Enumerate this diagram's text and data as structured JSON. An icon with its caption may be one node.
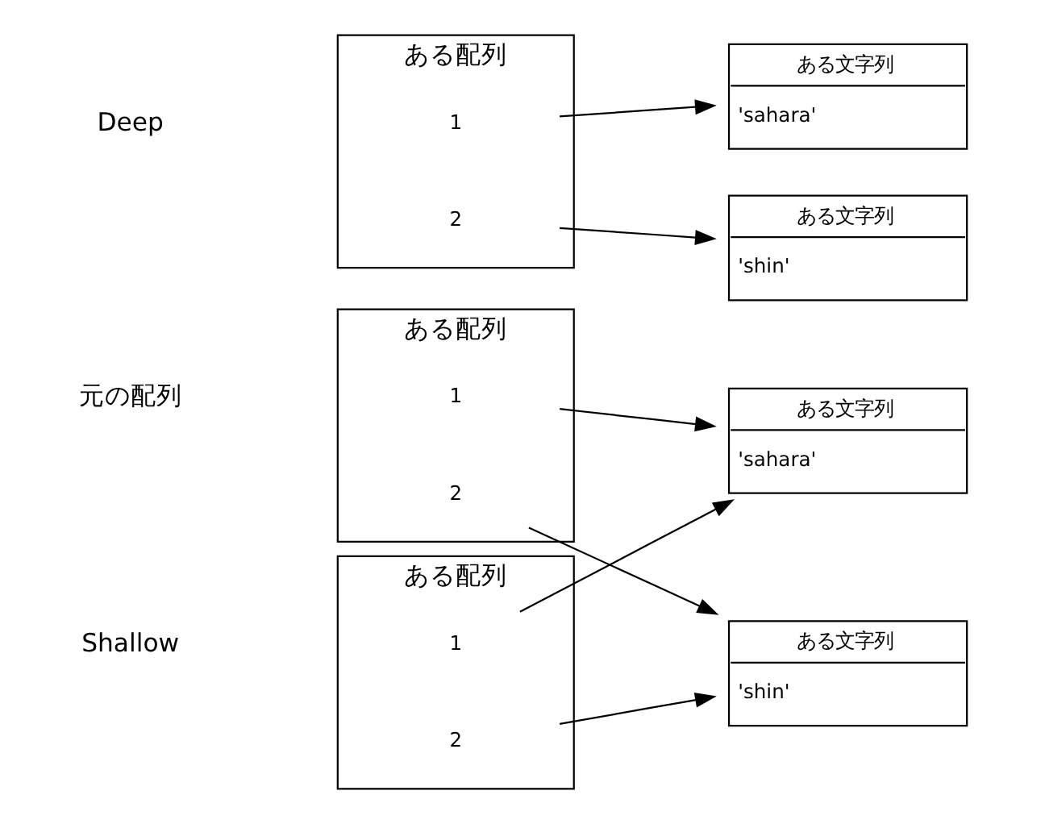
{
  "diagram": {
    "nodes": [
      {
        "text": [
          "ある配列"
        ]
      },
      {
        "text": [
          "1"
        ],
        "in": 0
      },
      {
        "text": [
          "2"
        ],
        "in": 0
      },
      {
        "text": [
          "ある文字列",
          "'sahara'"
        ]
      },
      {
        "text": [
          "ある配列"
        ]
      },
      {
        "text": [
          "1"
        ],
        "in": 4
      },
      {
        "text": [
          "2"
        ],
        "in": 4
      },
      {
        "text": [
          "ある文字列",
          "'shin'"
        ]
      },
      {
        "text": [
          "ある配列"
        ]
      },
      {
        "text": [
          "1"
        ],
        "in": 8
      },
      {
        "text": [
          "2"
        ],
        "in": 8
      },
      {
        "text": [
          "ある文字列",
          "'sahara'"
        ]
      },
      {
        "text": [
          "ある文字列",
          "'shin'"
        ]
      }
    ],
    "edges": [
      {
        "from": 1,
        "to": 3,
        "arrow": "to"
      },
      {
        "from": 2,
        "to": 7,
        "arrow": "to"
      },
      {
        "from": 5,
        "to": 3,
        "arrow": "to"
      },
      {
        "from": 6,
        "to": 7,
        "arrow": "to"
      },
      {
        "from": 9,
        "to": 11,
        "arrow": "to"
      },
      {
        "from": 10,
        "to": 12,
        "arrow": "to"
      }
    ],
    "labels": [
      "元の配列",
      "Shallow",
      "Deep"
    ]
  }
}
